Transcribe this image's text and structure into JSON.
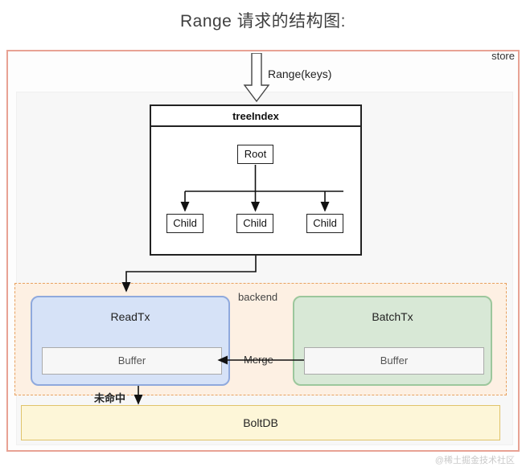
{
  "title": "Range 请求的结构图:",
  "diagram": {
    "incoming_request_label": "Range(keys)",
    "store_label": "store",
    "treeindex": {
      "header": "treeIndex",
      "root_label": "Root",
      "children": [
        "Child",
        "Child",
        "Child"
      ]
    },
    "backend": {
      "label": "backend",
      "readtx": {
        "title": "ReadTx",
        "buffer_label": "Buffer"
      },
      "batchtx": {
        "title": "BatchTx",
        "buffer_label": "Buffer"
      },
      "merge_label": "Merge",
      "miss_label": "未命中"
    },
    "boltdb_label": "BoltDB"
  },
  "watermark": "@稀土掘金技术社区",
  "colors": {
    "store_border": "#e8a294",
    "backend_border": "#e8a15f",
    "backend_fill": "#fdf0e3",
    "readtx_fill": "#d6e2f7",
    "readtx_border": "#8fa9dd",
    "batchtx_fill": "#d8e8d6",
    "batchtx_border": "#9cc79c",
    "boltdb_fill": "#fdf6d8",
    "boltdb_border": "#e0c36a",
    "node_stroke": "#222222",
    "title_color": "#3f3f3f"
  }
}
